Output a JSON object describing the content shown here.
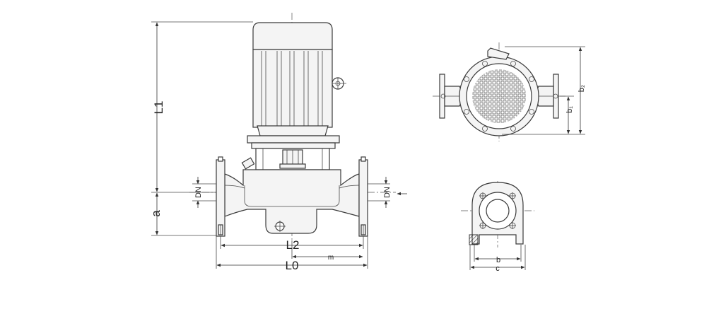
{
  "labels": {
    "L1": "L1",
    "a": "a",
    "DN_left": "DN",
    "DN_right": "DN",
    "L2": "L2",
    "m": "m",
    "L0": "L0",
    "b1": "b₁",
    "b2": "b₂",
    "b": "b",
    "c": "c"
  },
  "colors": {
    "stroke": "#3a3a3a",
    "fill": "#f4f4f4",
    "background": "#ffffff"
  }
}
